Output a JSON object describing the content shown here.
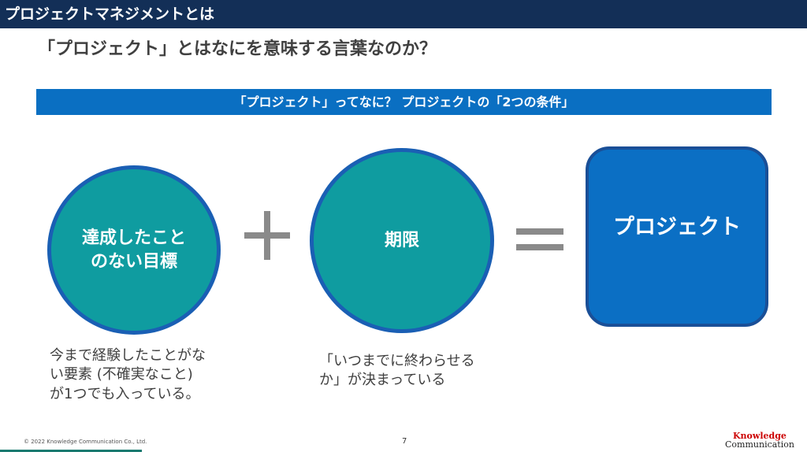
{
  "header": {
    "title": "プロジェクトマネジメントとは"
  },
  "subtitle": "「プロジェクト」とはなにを意味する言葉なのか？",
  "banner": "「プロジェクト」ってなに？ プロジェクトの「2つの条件」",
  "equation": {
    "circle1": [
      "達成したこと",
      "のない目標"
    ],
    "circle2": "期限",
    "result": "プロジェクト"
  },
  "descriptions": {
    "d1": [
      "今まで経験したことがな",
      "い要素 (不確実なこと)",
      "が1つでも入っている。"
    ],
    "d2": [
      "「いつまでに終わらせる",
      "か」が決まっている"
    ]
  },
  "footer": {
    "copyright": "© 2022 Knowledge Communication Co., Ltd.",
    "page": "7",
    "logo_top": "Knowledge",
    "logo_bottom": "Communication"
  }
}
